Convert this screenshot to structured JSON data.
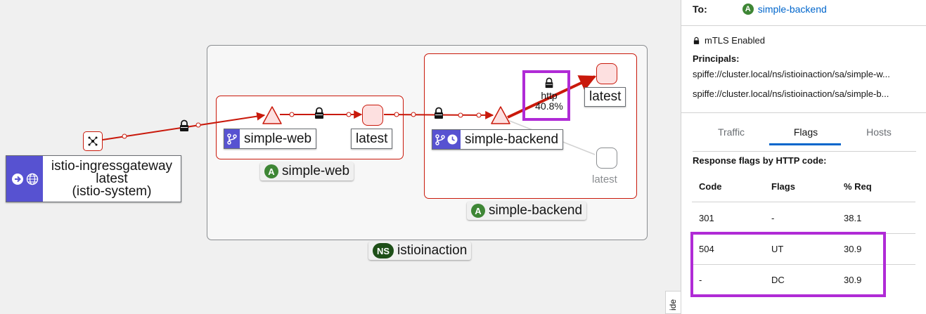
{
  "graph": {
    "namespace_badge": "NS",
    "namespace_label": "istioinaction",
    "app_badge": "A",
    "apps": [
      {
        "name": "simple-web"
      },
      {
        "name": "simple-backend"
      }
    ],
    "gateway": {
      "line1": "istio-ingressgateway",
      "line2": "latest",
      "line3": "(istio-system)",
      "icons": [
        "arrow-right-circle-icon",
        "globe-icon"
      ]
    },
    "services": [
      {
        "label": "simple-web",
        "icons": [
          "branch-icon"
        ]
      },
      {
        "label": "simple-backend",
        "icons": [
          "branch-icon",
          "clock-icon"
        ]
      }
    ],
    "workloads": [
      {
        "label": "latest"
      },
      {
        "label": "latest"
      },
      {
        "label": "latest"
      }
    ],
    "edge_label": {
      "protocol": "http",
      "percent": "40.8%"
    },
    "colors": {
      "edge": "#c9190b",
      "accent": "#5752d1",
      "highlight": "#b02bd6",
      "badge_green": "#3e8635"
    }
  },
  "panel": {
    "to_label": "To:",
    "to_badge": "A",
    "to_value": "simple-backend",
    "mtls": "mTLS Enabled",
    "principals_label": "Principals:",
    "principals": [
      "spiffe://cluster.local/ns/istioinaction/sa/simple-w...",
      "spiffe://cluster.local/ns/istioinaction/sa/simple-b..."
    ],
    "tabs": [
      "Traffic",
      "Flags",
      "Hosts"
    ],
    "active_tab": "Flags",
    "section_title": "Response flags by HTTP code:",
    "table": {
      "headers": [
        "Code",
        "Flags",
        "% Req"
      ],
      "rows": [
        [
          "301",
          "-",
          "38.1"
        ],
        [
          "504",
          "UT",
          "30.9"
        ],
        [
          "-",
          "DC",
          "30.9"
        ]
      ]
    },
    "hide_label": "ide"
  }
}
